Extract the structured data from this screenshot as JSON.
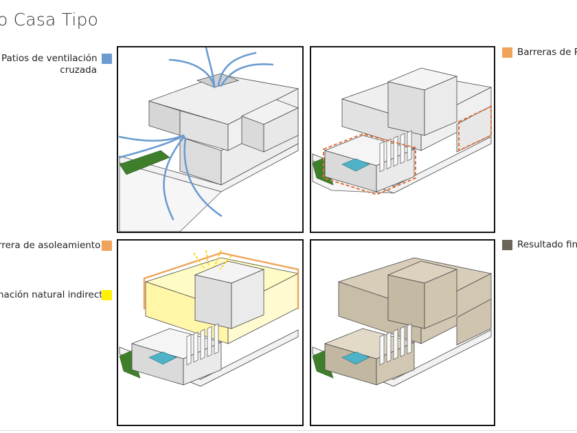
{
  "title": "o Casa Tipo",
  "legend": {
    "ventilacion": {
      "label_line1": "Patios de ventilación",
      "label_line2": "cruzada",
      "color": "#6a9bd1"
    },
    "privacidad": {
      "label": "Barreras de Pr",
      "color": "#f0a35a"
    },
    "asoleamiento": {
      "label": "rrera de asoleamiento",
      "color": "#f0a35a"
    },
    "iluminacion": {
      "label": "nación natural indirecta",
      "color": "#fff200"
    },
    "resultado": {
      "label": "Resultado fina",
      "color": "#6b6459"
    }
  },
  "panels": {
    "top_left": {
      "id": "ventilation-diagram"
    },
    "top_right": {
      "id": "privacy-barriers-diagram"
    },
    "bottom_left": {
      "id": "sun-barrier-diagram"
    },
    "bottom_right": {
      "id": "final-result-diagram"
    }
  },
  "colors": {
    "box_fill": "#e6e6e6",
    "box_fill_side": "#d2d2d2",
    "grass": "#3f7f2c",
    "pool": "#4fb3c8",
    "final_fill": "#d8cdb8",
    "final_side": "#c8bda6",
    "glow": "#fffbc4"
  }
}
